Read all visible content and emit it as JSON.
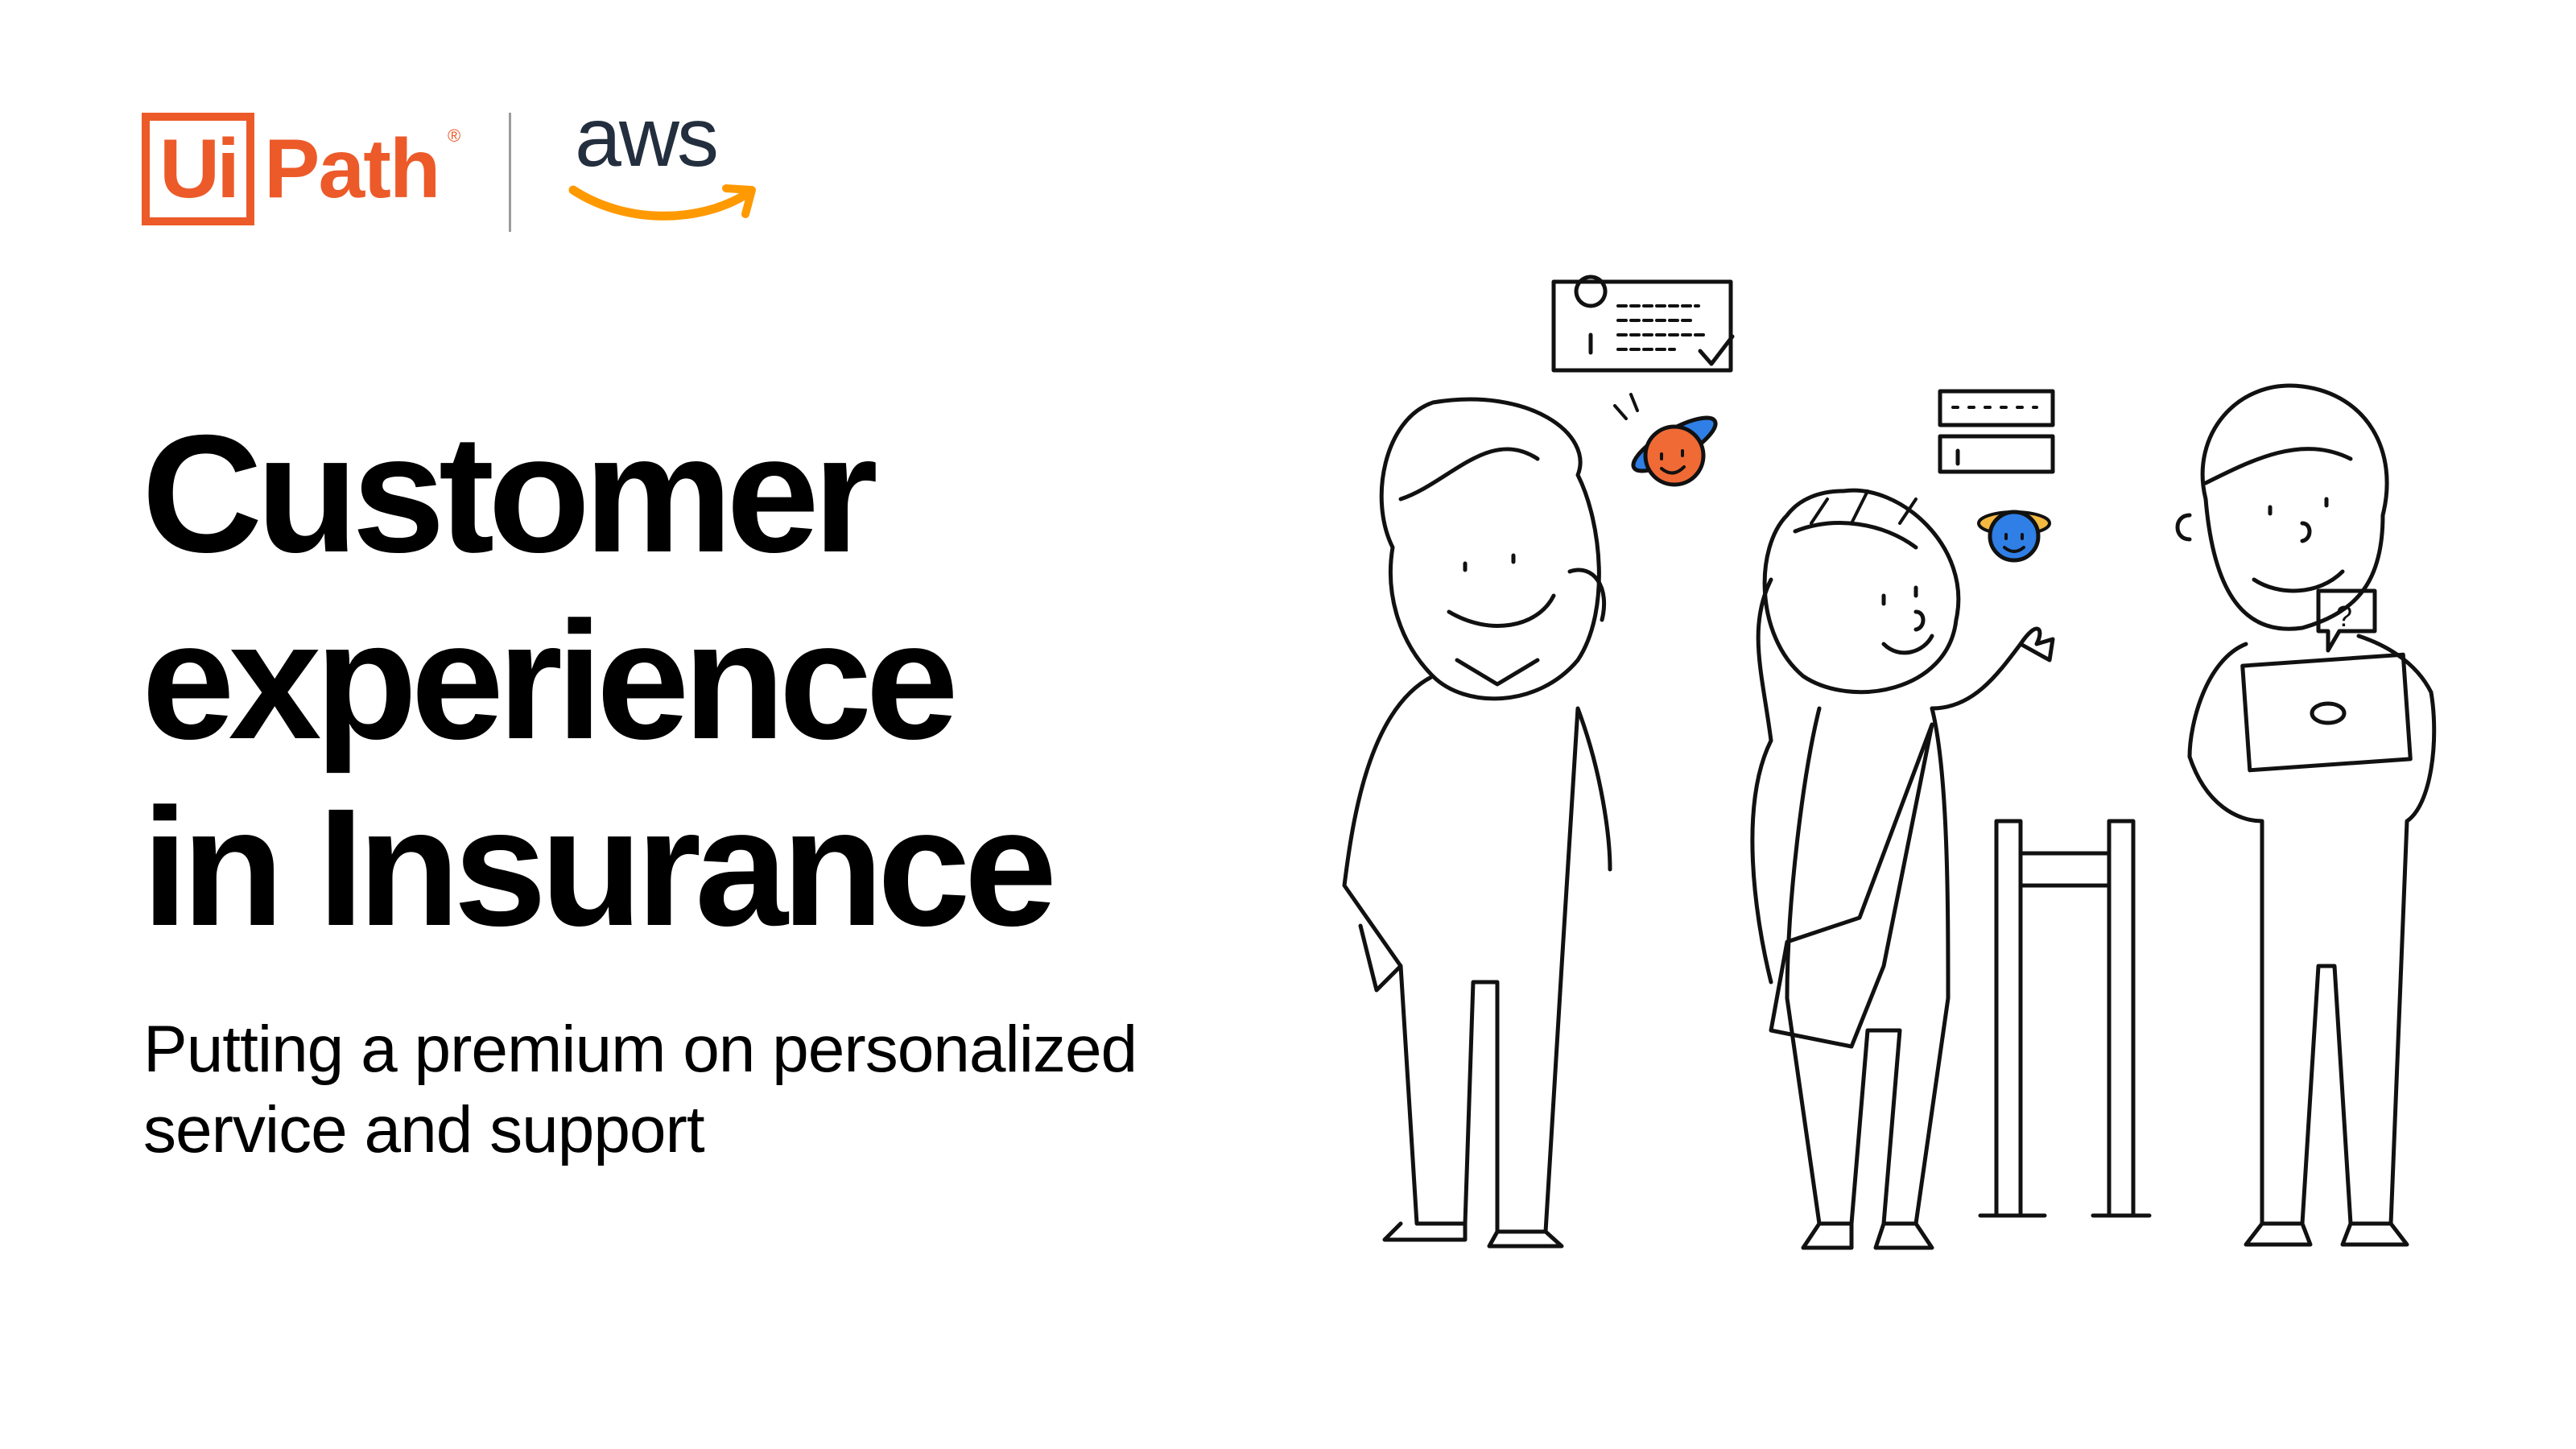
{
  "brand": {
    "uipath_logo": {
      "box_text": "Ui",
      "rest_text": "Path",
      "registered": "®",
      "color": "#ec5a29"
    },
    "aws_logo": {
      "text": "aws",
      "text_color": "#232f3e",
      "smile_color": "#ff9900"
    }
  },
  "hero": {
    "title_lines": [
      "Customer",
      "experience",
      "in Insurance"
    ],
    "subtitle_lines": [
      "Putting a premium on personalized",
      "service and support"
    ]
  },
  "illustration": {
    "accent_orange": "#f06a35",
    "accent_blue": "#2f7fe6",
    "speech_bubble_text": "?"
  }
}
